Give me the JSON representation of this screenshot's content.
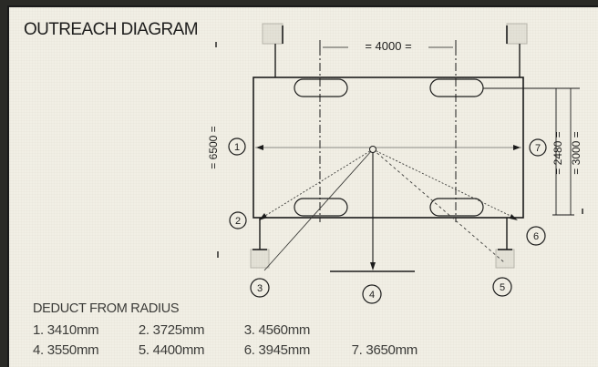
{
  "diagram": {
    "title": "OUTREACH DIAGRAM",
    "dimensions": {
      "top": "=   4000   =",
      "left": "= 6500 =",
      "right_inner": "= 2480 =",
      "right_outer": "= 3000 ="
    },
    "callouts": [
      "1",
      "2",
      "3",
      "4",
      "5",
      "6",
      "7"
    ],
    "deduct": {
      "title": "DEDUCT FROM RADIUS",
      "values": [
        "1. 3410mm",
        "2. 3725mm",
        "3. 4560mm",
        "4. 3550mm",
        "5. 4400mm",
        "6. 3945mm",
        "7. 3650mm"
      ]
    }
  }
}
